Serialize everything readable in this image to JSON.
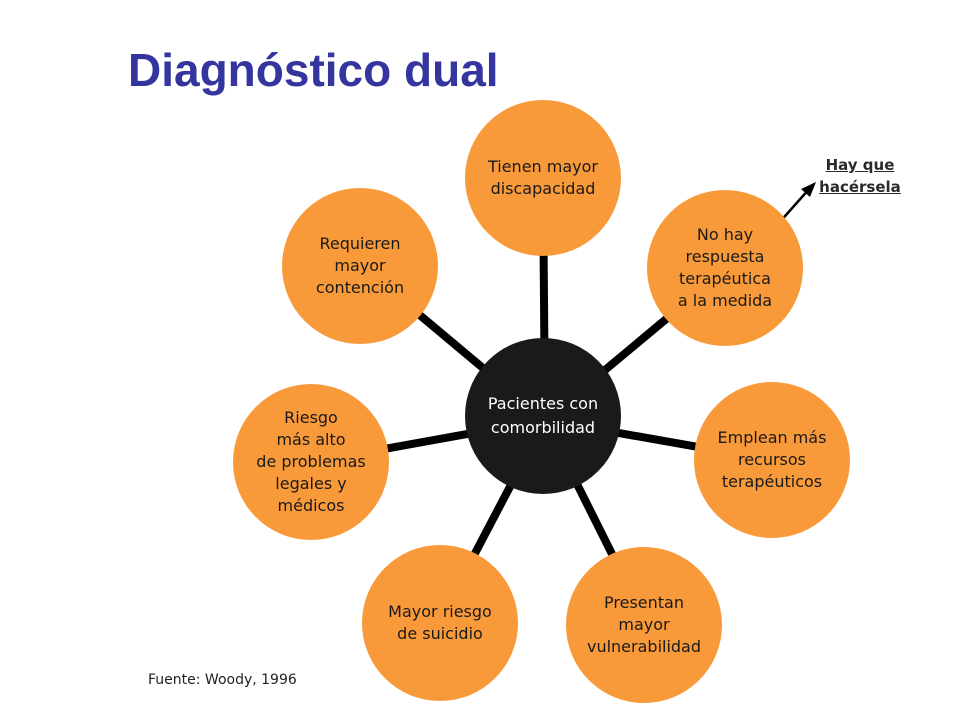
{
  "title": "Diagnóstico dual",
  "center": {
    "label": "Pacientes con\ncomorbilidad"
  },
  "satellites": [
    {
      "id": "discapacidad",
      "label": "Tienen mayor\ndiscapacidad"
    },
    {
      "id": "respuesta",
      "label": "No hay\nrespuesta\nterapéutica\na la medida"
    },
    {
      "id": "recursos",
      "label": "Emplean más\nrecursos\nterapéuticos"
    },
    {
      "id": "vulnerabilidad",
      "label": "Presentan\nmayor\nvulnerabilidad"
    },
    {
      "id": "suicidio",
      "label": "Mayor riesgo\nde suicidio"
    },
    {
      "id": "legales",
      "label": "Riesgo\nmás alto\nde problemas\nlegales y\nmédicos"
    },
    {
      "id": "contencion",
      "label": "Requieren\nmayor\ncontención"
    }
  ],
  "note": "Hay que\nhacérsela",
  "source": "Fuente: Woody, 1996",
  "colors": {
    "satellite": "#f99a3a",
    "center": "#1a1a1a",
    "title": "#3535a0",
    "connector": "#000000"
  }
}
